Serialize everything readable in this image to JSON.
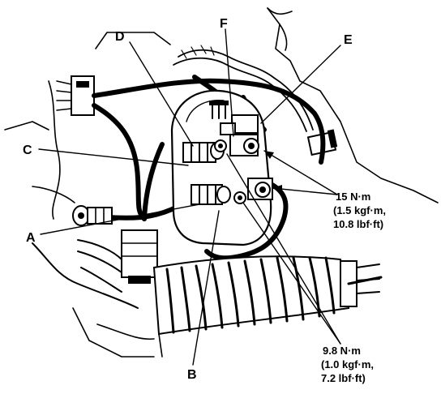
{
  "callouts": {
    "a": "A",
    "b": "B",
    "c": "C",
    "d": "D",
    "e": "E",
    "f": "F"
  },
  "torque_upper": {
    "line1": "15 N·m",
    "line2": "(1.5 kgf·m,",
    "line3": "10.8 lbf·ft)"
  },
  "torque_lower": {
    "line1": "9.8 N·m",
    "line2": "(1.0 kgf·m,",
    "line3": "7.2 lbf·ft)"
  }
}
